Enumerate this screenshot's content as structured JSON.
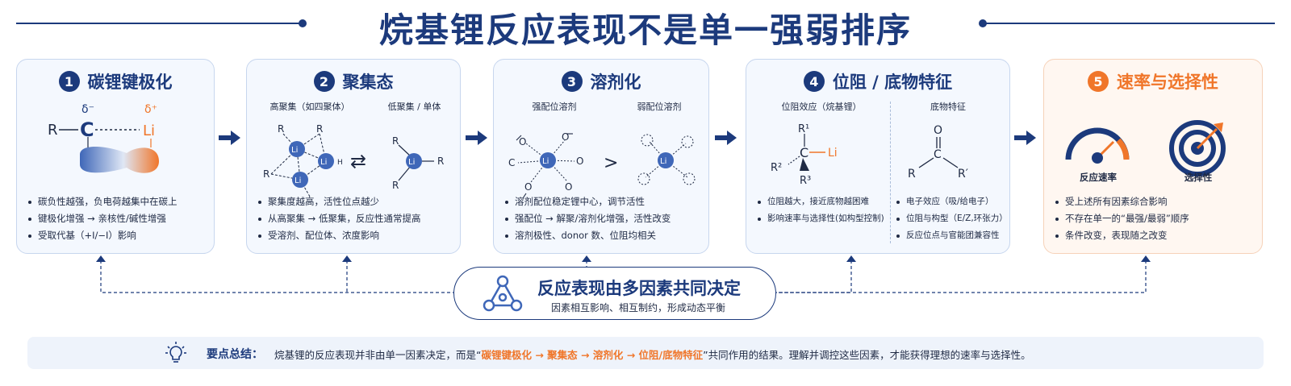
{
  "title": "烷基锂反应表现不是单一强弱排序",
  "cards": [
    {
      "num": "1",
      "title": "碳锂键极化",
      "labels": {
        "r": "R",
        "c": "C",
        "li": "Li",
        "delta_minus": "δ⁻",
        "delta_plus": "δ⁺"
      },
      "bullets": [
        "碳负性越强，负电荷越集中在碳上",
        "键极化增强 → 亲核性/碱性增强",
        "受取代基（+I/−I）影响"
      ]
    },
    {
      "num": "2",
      "title": "聚集态",
      "sub_left": "高聚集（如四聚体）",
      "sub_right": "低聚集 / 单体",
      "labels": {
        "r": "R",
        "li": "Li",
        "h": "H",
        "equilibrium": "⇄"
      },
      "bullets": [
        "聚集度越高，活性位点越少",
        "从高聚集 → 低聚集，反应性通常提高",
        "受溶剂、配位体、浓度影响"
      ]
    },
    {
      "num": "3",
      "title": "溶剂化",
      "sub_left": "强配位溶剂",
      "sub_right": "弱配位溶剂",
      "labels": {
        "c": "C",
        "li": "Li",
        "o": "O",
        "compare": ">"
      },
      "bullets": [
        "溶剂配位稳定锂中心，调节活性",
        "强配位 → 解聚/溶剂化增强，活性改变",
        "溶剂极性、donor 数、位阻均相关"
      ]
    },
    {
      "num": "4",
      "title": "位阻 / 底物特征",
      "sub_left": "位阻效应（烷基锂）",
      "sub_right": "底物特征",
      "labels": {
        "r1": "R¹",
        "r2": "R²",
        "r3": "R³",
        "c": "C",
        "li": "Li",
        "o": "O",
        "r": "R",
        "r_prime": "R′"
      },
      "bullets_left": [
        "位阻越大，接近底物越困难",
        "影响速率与选择性(如构型控制)"
      ],
      "bullets_right": [
        "电子效应（吸/给电子）",
        "位阻与构型（E/Z,环张力）",
        "反应位点与官能团兼容性"
      ]
    },
    {
      "num": "5",
      "title": "速率与选择性",
      "icon_left_label": "反应速率",
      "icon_right_label": "选择性",
      "bullets": [
        "受上述所有因素综合影响",
        "不存在单一的“最强/最弱”顺序",
        "条件改变，表现随之改变"
      ]
    }
  ],
  "center": {
    "title": "反应表现由多因素共同决定",
    "subtitle": "因素相互影响、相互制约，形成动态平衡"
  },
  "summary": {
    "label": "要点总结：",
    "text_before": "烷基锂的反应表现并非由单一因素决定，而是“",
    "highlight": "碳锂键极化 → 聚集态 → 溶剂化 → 位阻/底物特征",
    "text_after": "”共同作用的结果。理解并调控这些因素，才能获得理想的速率与选择性。"
  },
  "colors": {
    "navy": "#1c3a7c",
    "orange": "#f0762a",
    "blue_orb": "#3f67b8"
  }
}
